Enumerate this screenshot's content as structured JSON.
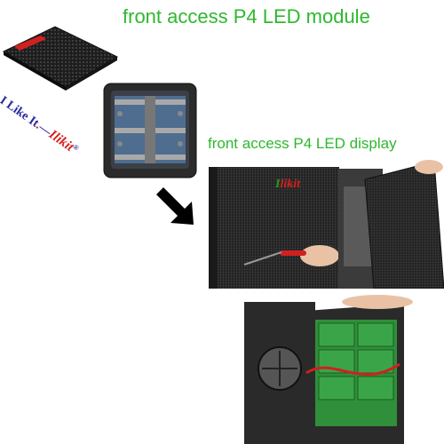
{
  "titles": {
    "module": "front access P4 LED module",
    "display": "front access P4 LED display"
  },
  "brand": {
    "part1": "I Like It",
    "part2": ".",
    "arrow": "—",
    "signature": "Ilikit",
    "reg": "®"
  },
  "panel_logo": {
    "first": "I",
    "rest": "likit"
  },
  "colors": {
    "title_green": "#2eb82e",
    "module_black": "#1c1c1c",
    "pcb_green": "#2f8f3a",
    "cabinet_dark": "#2a2a2a",
    "red_handle": "#d02020"
  }
}
